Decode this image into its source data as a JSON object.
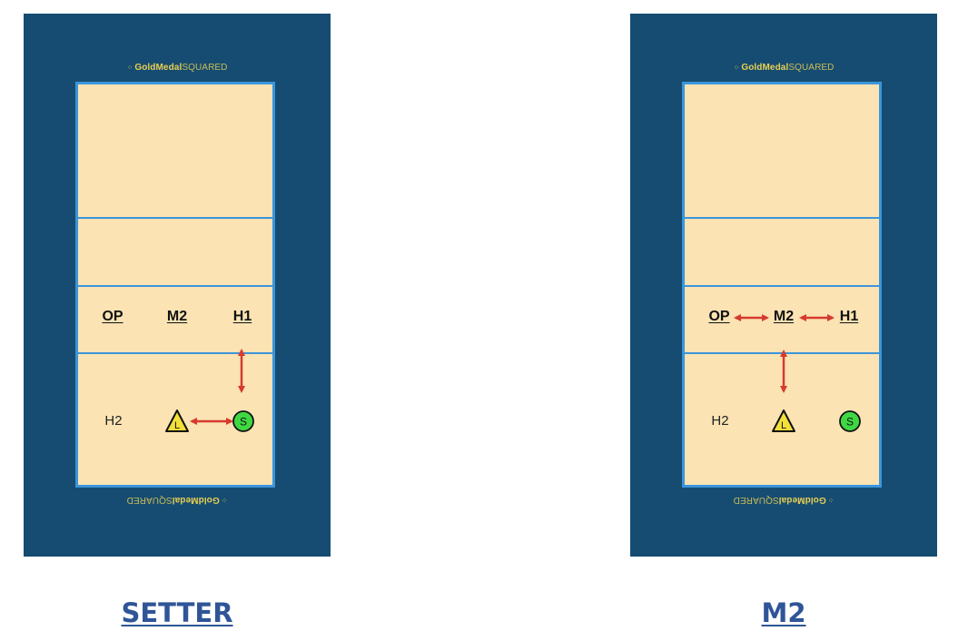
{
  "brand": {
    "prefix": "GoldMedal",
    "suffix": "SQUARED",
    "dots": "⁘"
  },
  "left_diagram": {
    "players": {
      "op": "OP",
      "m2": "M2",
      "h1": "H1",
      "h2": "H2",
      "libero": "L",
      "setter": "S"
    },
    "caption": "SETTER"
  },
  "right_diagram": {
    "players": {
      "op": "OP",
      "m2": "M2",
      "h1": "H1",
      "h2": "H2",
      "libero": "L",
      "setter": "S"
    },
    "caption": "M2"
  },
  "colors": {
    "panel": "#164c71",
    "court": "#fbe3b3",
    "court_lines": "#3b95db",
    "arrow": "#d63a2e",
    "libero_fill": "#f3df3a",
    "setter_fill": "#3fd843",
    "caption": "#2f5597",
    "brand": "#e8cf52"
  }
}
